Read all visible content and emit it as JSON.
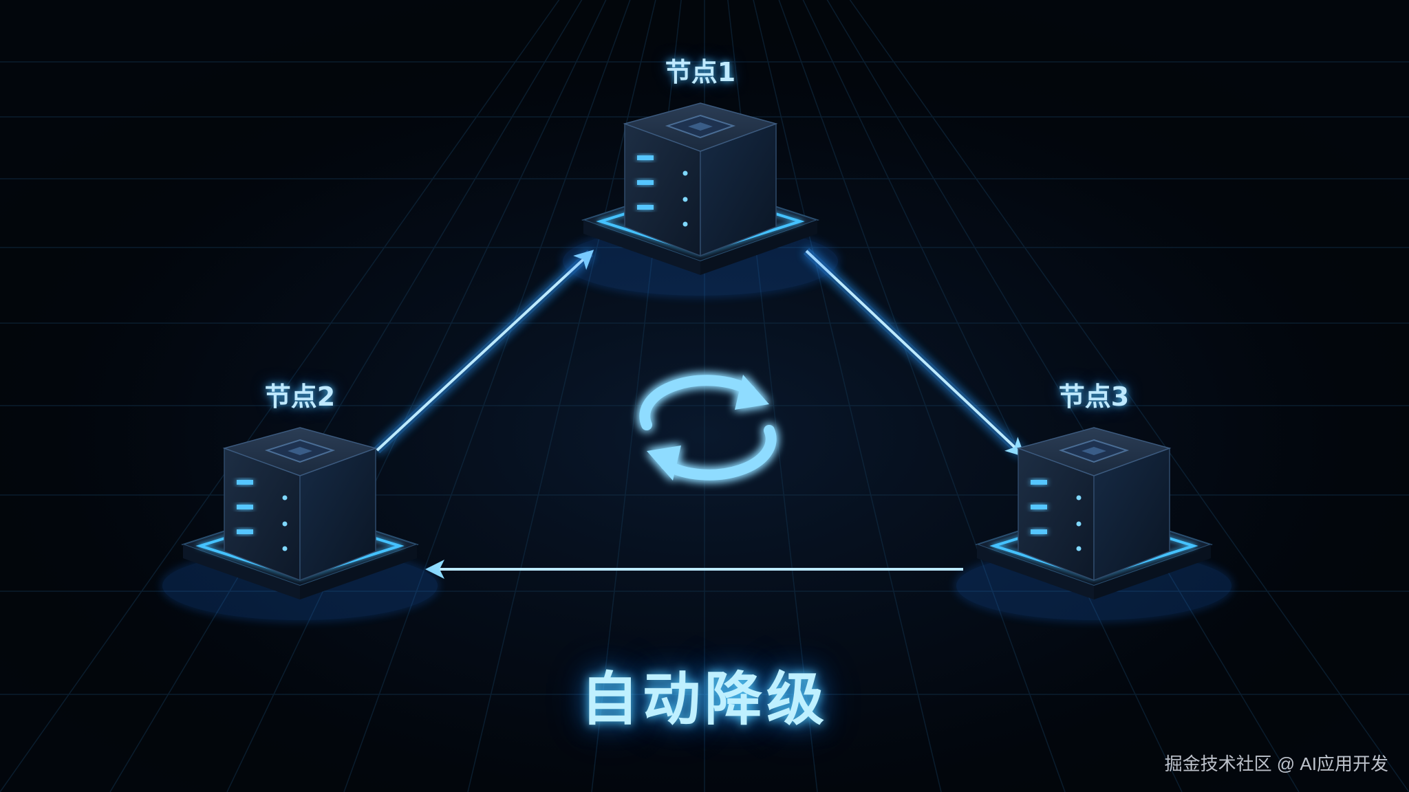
{
  "diagram": {
    "title": "自动降级",
    "nodes": [
      {
        "id": "node-1",
        "label": "节点1",
        "icon": "server-icon"
      },
      {
        "id": "node-2",
        "label": "节点2",
        "icon": "server-icon"
      },
      {
        "id": "node-3",
        "label": "节点3",
        "icon": "server-icon"
      }
    ],
    "edges": [
      {
        "from": "node-1",
        "to": "node-3"
      },
      {
        "from": "node-3",
        "to": "node-2"
      },
      {
        "from": "node-2",
        "to": "node-1"
      }
    ],
    "center_icon": "refresh-cycle-icon"
  },
  "watermark": "掘金技术社区 @ AI应用开发",
  "colors": {
    "background": "#02060c",
    "glow": "#2f9dff",
    "glow_light": "#7fd8ff",
    "label": "#bfe9ff",
    "server_body": "#162436"
  }
}
